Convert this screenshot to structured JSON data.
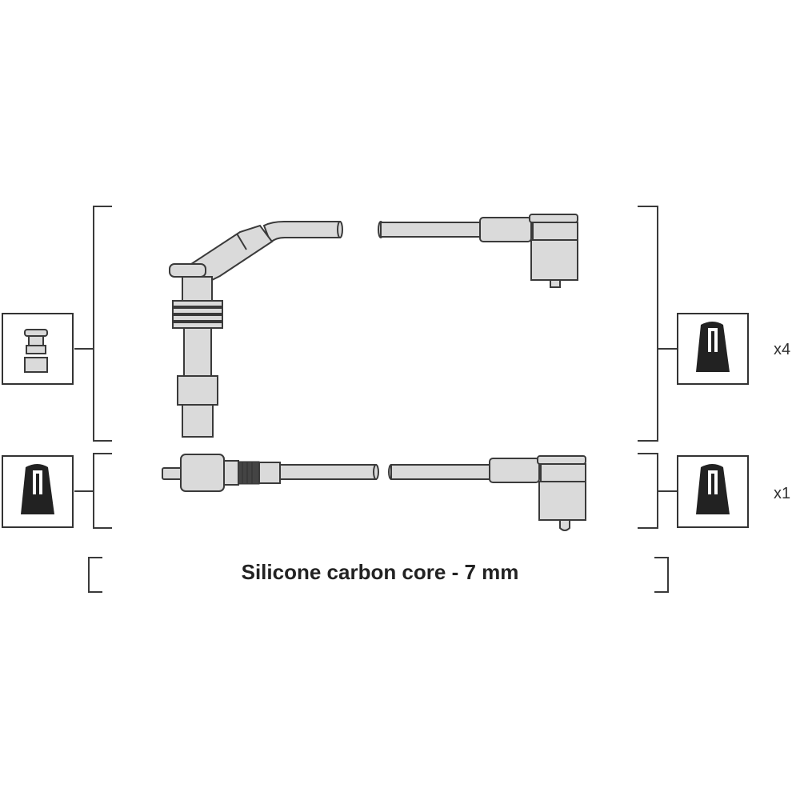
{
  "caption": "Silicone carbon core - 7 mm",
  "groups": [
    {
      "quantity_label": "x4",
      "left_terminal_icon": "plug-connector-icon",
      "right_terminal_icon": "spark-plug-boot-icon"
    },
    {
      "quantity_label": "x1",
      "left_terminal_icon": "spark-plug-boot-icon",
      "right_terminal_icon": "spark-plug-boot-icon"
    }
  ],
  "colors": {
    "part_fill": "#dadada",
    "outline": "#3a3a3a"
  }
}
